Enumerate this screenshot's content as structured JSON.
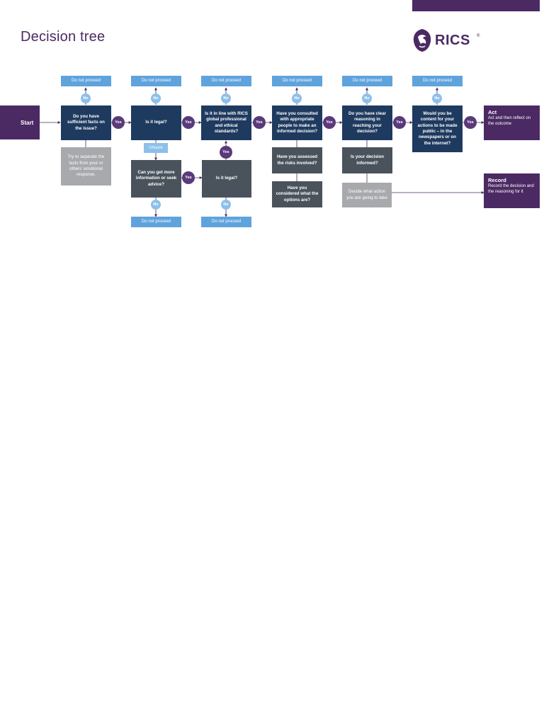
{
  "header": {
    "title": "Decision tree",
    "brand": "RICS",
    "registered": "®"
  },
  "nodes": {
    "start": "Start",
    "q1": "Do you have sufficient facts on the issue?",
    "q2": "Is it legal?",
    "q3": "Is it in line with RICS global professional and ethical standards?",
    "q4": "Have you consulted with appropriate people to make an informed decision?",
    "q5": "Do you have clear reasoning in reaching your decision?",
    "q6": "Would you be content for your actions to be made public – in the newspapers or on the internet?",
    "q2_unsure": "Unsure",
    "q2_more": "Can you get more information or seek advice?",
    "q3_legal": "Is it legal?",
    "q1_note": "Try to separate the facts from your or others’ emotional response.",
    "q4_risks": "Have you assessed the risks involved?",
    "q4_options": "Have you considered what the options are?",
    "q5_informed": "Is your decision informed?",
    "q5_action": "Decide what action you are going to take"
  },
  "terminals": {
    "act": {
      "heading": "Act",
      "body": "Act and then reflect on the outcome"
    },
    "record": {
      "heading": "Record",
      "body": "Record the decision and the reasoning for it"
    }
  },
  "labels": {
    "stop": "Do not proceed",
    "yes": "Yes",
    "no": "No"
  },
  "colors": {
    "purple": "#4b2a63",
    "navy": "#1f3a5f",
    "slate": "#4a535c",
    "grey": "#a7a9ac",
    "light_blue": "#5fa3dc",
    "pale_blue": "#8cc0ea"
  }
}
